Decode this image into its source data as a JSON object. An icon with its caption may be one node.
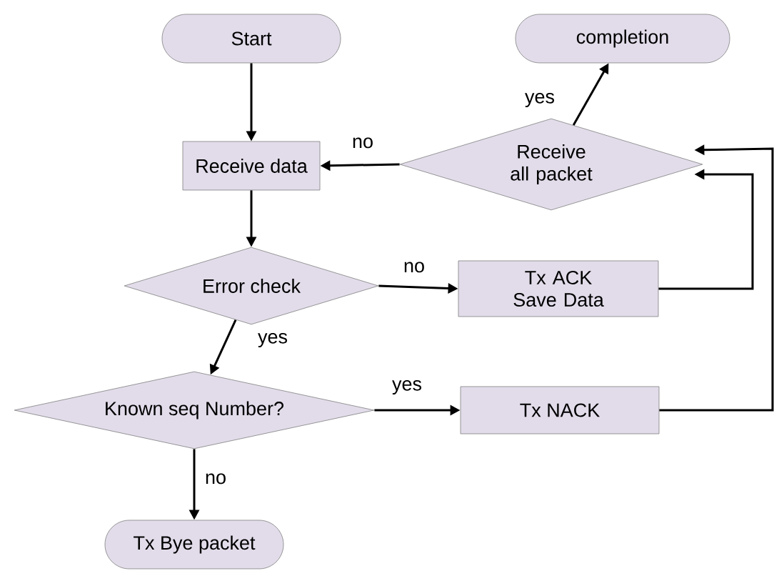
{
  "diagram": {
    "nodes": [
      {
        "text": [
          "Start"
        ]
      },
      {
        "text": [
          "completion"
        ]
      },
      {
        "text": [
          "Receive all packet"
        ]
      },
      {
        "text": [
          "Receive data"
        ]
      },
      {
        "text": [
          "Error check"
        ]
      },
      {
        "text": [
          "Tx ACK Save Data"
        ]
      },
      {
        "text": [
          "Known seq Number?"
        ]
      },
      {
        "text": [
          "Tx NACK"
        ]
      },
      {
        "text": [
          "Tx Bye packet"
        ]
      }
    ],
    "edges": [
      {
        "from": 0,
        "to": 3,
        "arrow": "to"
      },
      {
        "from": 2,
        "to": 1,
        "arrow": "to",
        "label": "yes"
      },
      {
        "from": 2,
        "to": 3,
        "arrow": "to",
        "label": "no"
      },
      {
        "from": 3,
        "to": 4,
        "arrow": "to"
      },
      {
        "from": 4,
        "to": 5,
        "arrow": "to",
        "label": "no"
      },
      {
        "from": 5,
        "to": 2,
        "arrow": "to"
      },
      {
        "from": 4,
        "to": 6,
        "arrow": "to",
        "label": "yes"
      },
      {
        "from": 6,
        "to": 7,
        "arrow": "to",
        "label": "yes"
      },
      {
        "from": 7,
        "to": 2,
        "arrow": "to"
      },
      {
        "from": 6,
        "to": 8,
        "arrow": "to",
        "label": "no"
      }
    ]
  }
}
